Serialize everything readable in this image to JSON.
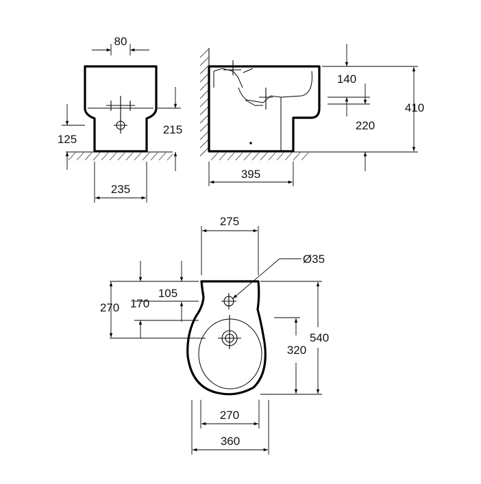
{
  "front_view": {
    "top_width": "80",
    "inlet_height": "125",
    "base_height": "215",
    "base_width": "235"
  },
  "side_view": {
    "outlet_offset": "140",
    "total_height": "410",
    "outlet_height": "220",
    "depth": "395"
  },
  "plan_view": {
    "top_width": "275",
    "hole_diameter": "Ø35",
    "tap_to_back": "105",
    "hole_depth": "170",
    "bowl_start": "270",
    "bowl_length": "320",
    "total_length": "540",
    "bowl_width": "270",
    "total_width": "360"
  }
}
